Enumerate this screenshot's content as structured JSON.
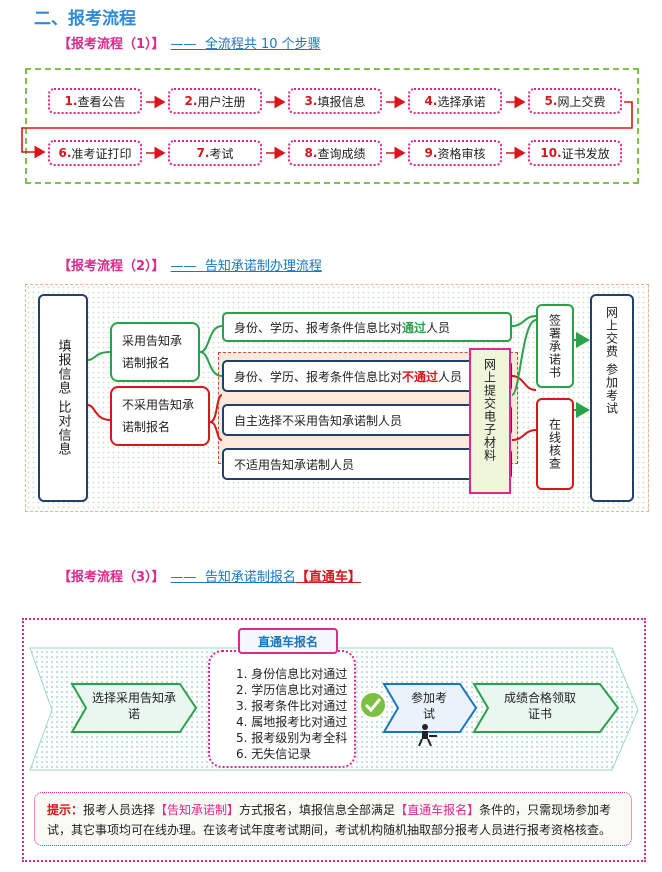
{
  "section_heading": "二、报考流程",
  "flow1": {
    "tag": "【报考流程（1）】",
    "dash": "——",
    "subtitle": "全流程共 10 个步骤",
    "steps": [
      {
        "num": "1.",
        "label": "查看公告"
      },
      {
        "num": "2.",
        "label": "用户注册"
      },
      {
        "num": "3.",
        "label": "填报信息"
      },
      {
        "num": "4.",
        "label": "选择承诺"
      },
      {
        "num": "5.",
        "label": "网上交费"
      },
      {
        "num": "6.",
        "label": "准考证打印"
      },
      {
        "num": "7.",
        "label": "考试"
      },
      {
        "num": "8.",
        "label": "查询成绩"
      },
      {
        "num": "9.",
        "label": "资格审核"
      },
      {
        "num": "10.",
        "label": "证书发放"
      }
    ]
  },
  "flow2": {
    "tag": "【报考流程（2）】",
    "dash": "——",
    "subtitle": "告知承诺制办理流程",
    "left_box": "填报信息  比对信息",
    "adopt": "采用告知承诺制报名",
    "not_adopt": "不采用告知承诺制报名",
    "row1_pre": "身份、学历、报考条件信息比对",
    "row1_hl": "通过",
    "row1_post": "人员",
    "row2_pre": "身份、学历、报考条件信息比对",
    "row2_hl": "不通过",
    "row2_post": "人员",
    "row3": "自主选择不采用告知承诺制人员",
    "row4": "不适用告知承诺制人员",
    "submit": "网上提交电子材料",
    "sign": "签署承诺书",
    "online_check": "在线核查",
    "pay_exam": "网上交费 参加考试"
  },
  "flow3": {
    "tag": "【报考流程（3）】",
    "dash": "——",
    "subtitle": "告知承诺制报名",
    "highlight": "【直通车】",
    "choose": "选择采用告知承诺",
    "express_title": "直通车报名",
    "conditions": [
      "1. 身份信息比对通过",
      "2. 学历信息比对通过",
      "3. 报考条件比对通过",
      "4. 属地报考比对通过",
      "5. 报考级别为考全科",
      "6. 无失信记录"
    ],
    "exam": "参加考试",
    "certificate": "成绩合格领取证书",
    "tip_label": "提示：",
    "tip_p1": "报考人员选择",
    "tip_h1": "【告知承诺制】",
    "tip_p2": "方式报名，填报信息全部满足",
    "tip_h2": "【直通车报名】",
    "tip_p3": "条件的，只需现场参加考试，其它事项均可在线办理。在该考试年度考试期间，考试机构随机抽取部分报考人员进行报考资格核查。"
  },
  "colors": {
    "pink": "#e0288c",
    "red": "#d8161b",
    "green": "#2aa14a",
    "blue": "#1a75c6",
    "navy": "#23406b"
  }
}
